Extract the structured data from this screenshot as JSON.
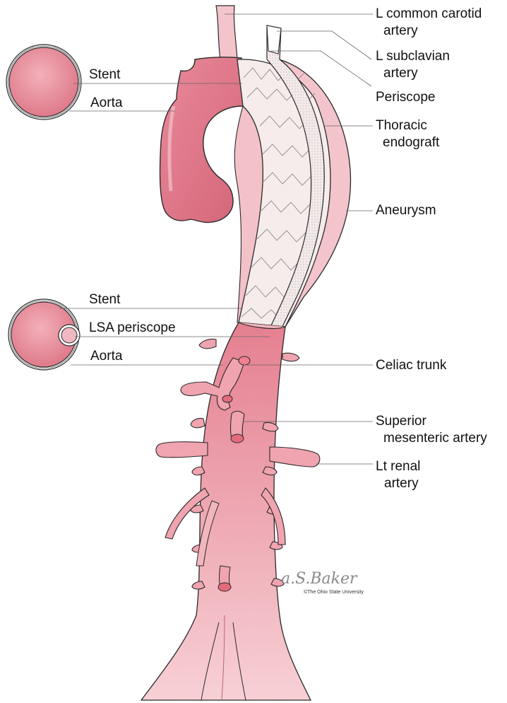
{
  "colors": {
    "aorta_fill": "#ec8e9c",
    "aorta_light": "#f7c9cf",
    "aorta_dark": "#d96a7c",
    "outline": "#2a2a2a",
    "graft_fill": "#f6ecec",
    "leader_line": "#666666"
  },
  "labels": {
    "l_common_carotid": [
      "L common carotid",
      "artery"
    ],
    "l_subclavian": [
      "L subclavian",
      "artery"
    ],
    "periscope": [
      "Periscope"
    ],
    "thoracic_endograft": [
      "Thoracic",
      "endograft"
    ],
    "aneurysm": [
      "Aneurysm"
    ],
    "celiac_trunk": [
      "Celiac trunk"
    ],
    "superior_mesenteric": [
      "Superior",
      "mesenteric artery"
    ],
    "lt_renal": [
      "Lt renal",
      "artery"
    ],
    "stent_top": [
      "Stent"
    ],
    "aorta_top": [
      "Aorta"
    ],
    "stent_bottom": [
      "Stent"
    ],
    "lsa_periscope": [
      "LSA periscope"
    ],
    "aorta_bottom": [
      "Aorta"
    ]
  },
  "signature": {
    "artist": "a.S.Baker",
    "copyright": "©The Ohio State University"
  }
}
